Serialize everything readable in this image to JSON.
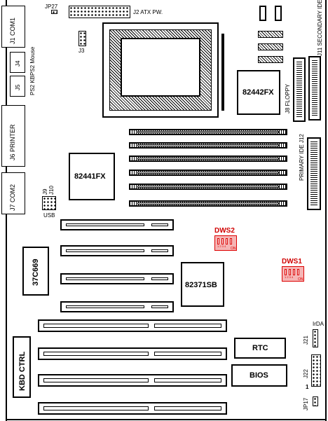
{
  "colors": {
    "dip_switch": "#d00000",
    "dip_switch_fill": "#f5b5b5",
    "line": "#000000"
  },
  "connectors": {
    "com1": "J1 COM1",
    "ps2_mouse_j4": "J4",
    "ps2_mouse_label": "PS2 Mouse",
    "ps2_kb_j5": "J5",
    "ps2_kb_label": "PS2 KB",
    "printer": "J6 PRINTER",
    "com2": "J7 COM2",
    "jp27": "JP27",
    "atx_power": "J2 ATX PW.",
    "j3": "J3",
    "j9": "J9",
    "j10": "J10",
    "usb": "USB",
    "floppy": "J8 FLOPPY",
    "secondary_ide": "J11 SECONDARY IDE",
    "primary_ide": "PRIMARY IDE J12",
    "irda": "IrDA",
    "j21": "J21",
    "j22": "J22",
    "jp17": "JP17",
    "kbd_ctrl": "KBD CTRL"
  },
  "chips": {
    "north_bridge_fx2": "82442FX",
    "north_bridge_fx1": "82441FX",
    "super_io": "37C669",
    "south_bridge": "82371SB",
    "rtc": "RTC",
    "bios": "BIOS"
  },
  "dip_switches": {
    "dws2": {
      "label": "DWS2",
      "numbers": "1 2 3 4",
      "on": "ON"
    },
    "dws1": {
      "label": "DWS1",
      "numbers": "1 2 3 4",
      "on": "ON"
    }
  },
  "misc": {
    "pin1_marker": "1"
  }
}
